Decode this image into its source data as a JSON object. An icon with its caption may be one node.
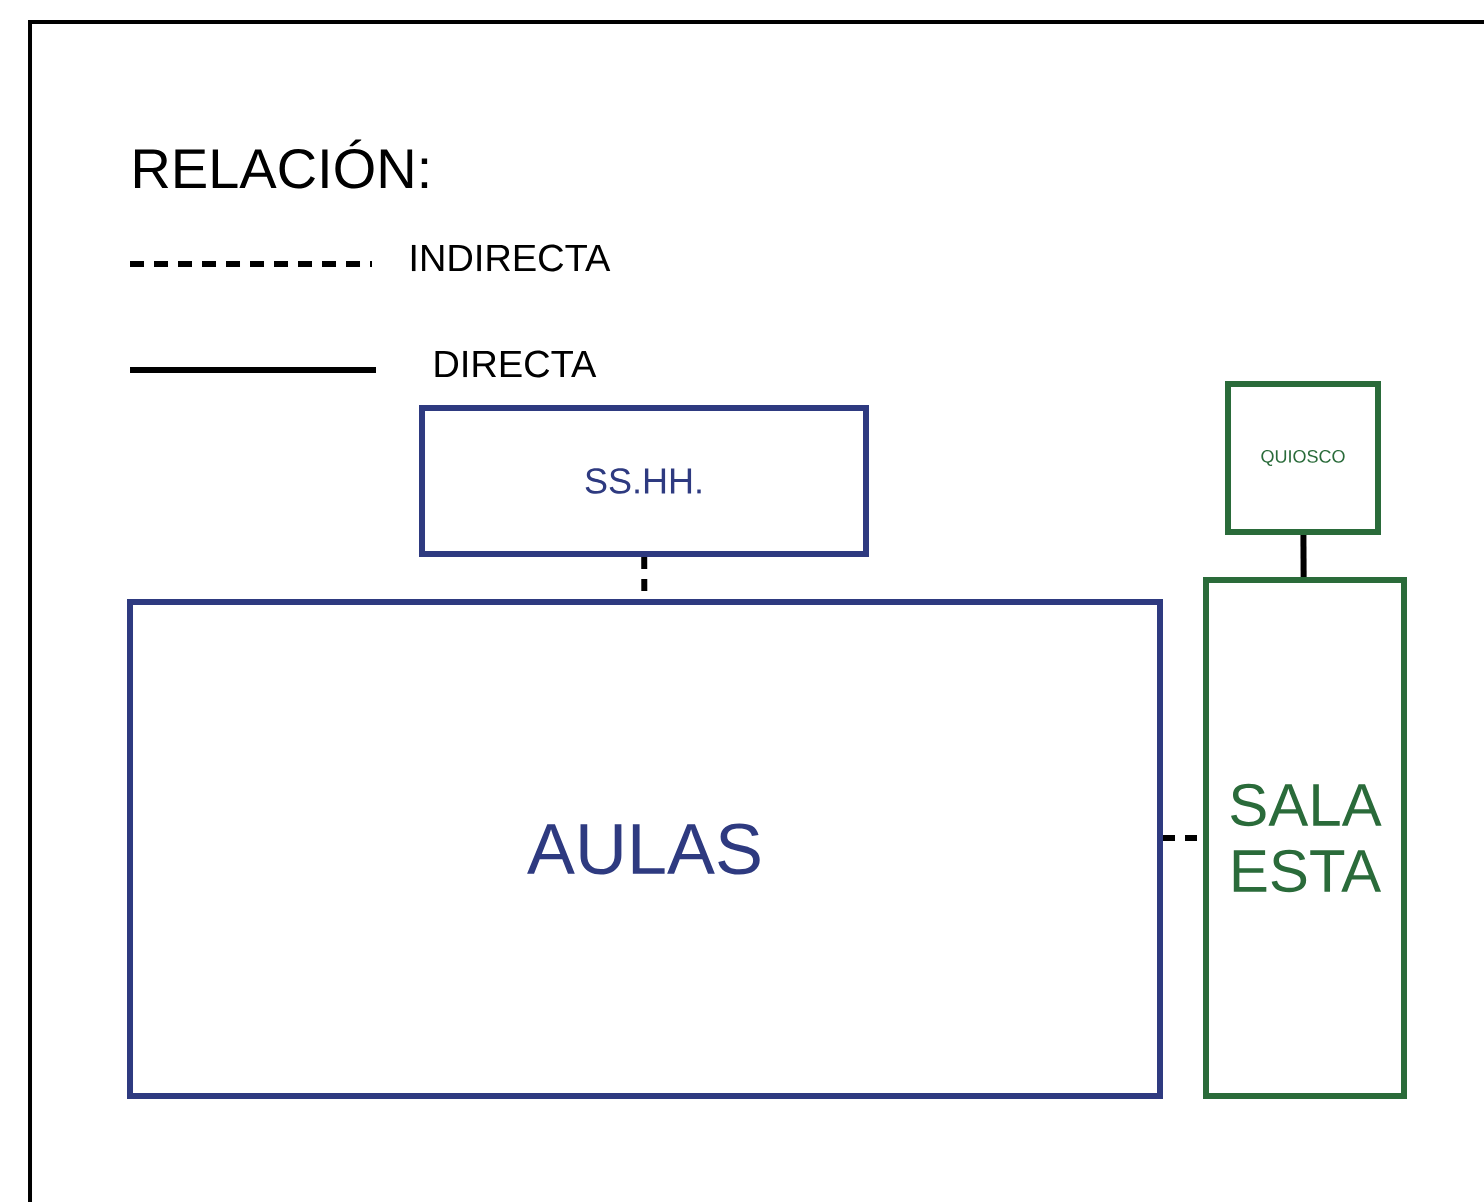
{
  "diagram": {
    "title": "RELACIÓN:",
    "nodes": [
      {
        "text": [
          "SS.HH."
        ]
      },
      {
        "text": [
          "AULAS"
        ]
      },
      {
        "text": [
          "QUIOSCO"
        ]
      },
      {
        "text": [
          "SALA ESTA"
        ]
      }
    ],
    "edges": [
      {
        "from": 0,
        "to": 1,
        "arrow": "none",
        "style": "dashed"
      },
      {
        "from": 2,
        "to": 3,
        "arrow": "none"
      },
      {
        "from": 1,
        "to": 3,
        "arrow": "none",
        "style": "dashed"
      }
    ],
    "legend": [
      {
        "text": "INDIRECTA"
      },
      {
        "text": "DIRECTA"
      }
    ]
  }
}
